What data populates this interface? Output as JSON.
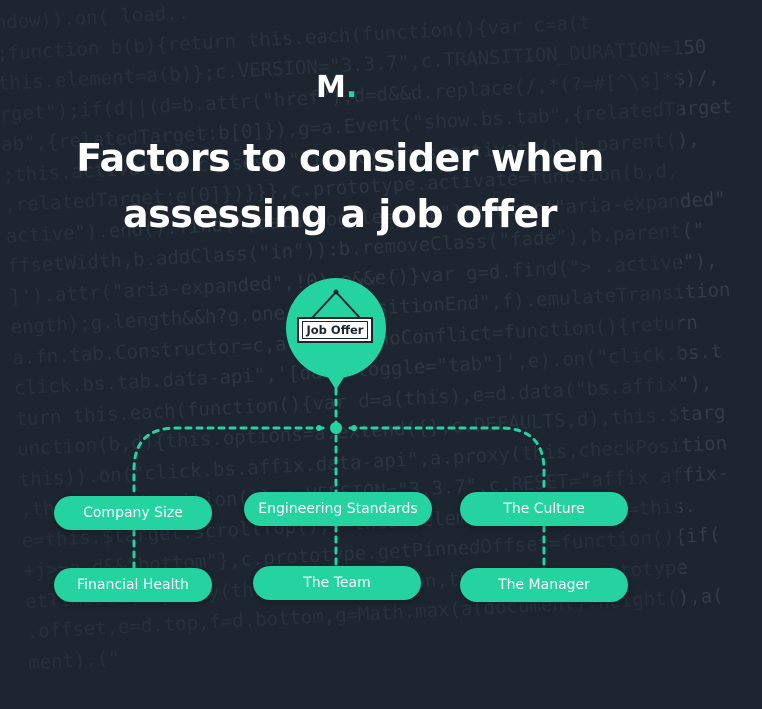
{
  "background_code": [
    "ndow)).on( load..",
    ";function b(b){return this.each(function(){var c=a(t",
    "this.element=a(b)};c.VERSION=\"3.3.7\",c.TRANSITION_DURATION=150",
    "rget\");if(d||(d=b.attr(\"href\"),d=d&&d.replace(/.*(?=#[^\\s]*$)/,",
    "ab\",{relatedTarget:b[0]}),g=a.Event(\"show.bs.tab\",{relatedTarget",
    ";this.activate(b.closest(\"li\"),c),this.activate(h,h.parent(),",
    ",relatedTarget:e[0]})}}},c.prototype.activate=function(b,d,",
    "active\").end().find('[data-toggle=\"tab\"]').attr(\"aria-expanded\"",
    "ffsetWidth,b.addClass(\"in\")):b.removeClass(\"fade\"),b.parent(\"",
    "]').attr(\"aria-expanded\",!0),e&&e()}var g=d.find(\"> .active\"),",
    "ength);g.length&&h?g.one(\"bsTransitionEnd\",f).emulateTransition",
    "a.fn.tab.Constructor=c,a.fn.tab.noConflict=function(){return",
    "click.bs.tab.data-api\",'[data-toggle=\"tab\"]',e).on(\"click.bs.t",
    "turn this.each(function(){var d=a(this),e=d.data(\"bs.affix\"),",
    "unction(b,d){this.options=a.extend({},c.DEFAULTS,d),this.$targ",
    "this)).on(\"click.bs.affix.data-api\",a.proxy(this.checkPosition",
    ",this.checkPosition()};c.VERSION=\"3.3.7\",c.RESET=\"affix affix-",
    "e=this.$target.scrollTop(),f=this.$element.offset(),g=this.",
    "+j>=a-d&&\"bottom\"},c.prototype.getPinnedOffset=function(){if(",
    "etTimeout(a.proxy(this.checkPosition,this),1)},c.prototype",
    ".offset,e=d.top,f=d.bottom,g=Math.max(a(document).height(),a(",
    "ment).(\"",
    ""
  ],
  "logo": {
    "letter": "M",
    "dot": "."
  },
  "title": {
    "line1": "Factors to consider when",
    "line2": "assessing a job offer"
  },
  "hub": {
    "label": "Job Offer"
  },
  "nodes": {
    "company_size": "Company Size",
    "financial_health": "Financial Health",
    "engineering_standards": "Engineering Standards",
    "the_team": "The Team",
    "the_culture": "The Culture",
    "the_manager": "The Manager"
  },
  "colors": {
    "background": "#1c2530",
    "accent": "#24d3a0",
    "code_text": "#323d49",
    "text": "#ffffff"
  }
}
